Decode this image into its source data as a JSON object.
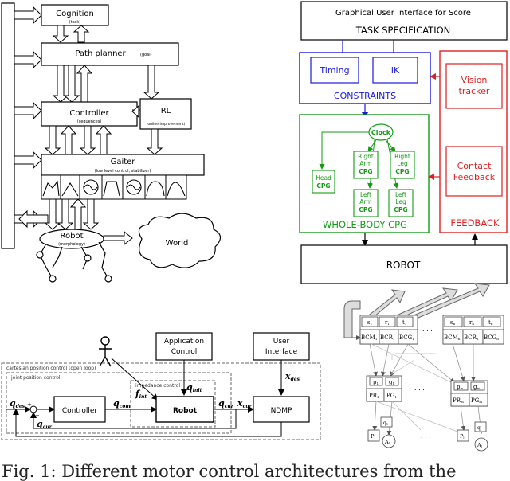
{
  "panel_a": {
    "cognition": "Cognition",
    "cognition_sub": "(task)",
    "path_planner": "Path planner",
    "path_planner_sub": "(goal)",
    "controller": "Controller",
    "controller_sub": "(sequences)",
    "rl": "RL",
    "rl_sub": "(online improvement)",
    "gaiter": "Gaiter",
    "gaiter_sub": "(low level control, stabilizer)",
    "robot": "Robot",
    "robot_sub": "(morphology)",
    "world": "World"
  },
  "panel_b": {
    "gui": "Graphical User Interface for Score",
    "task_spec": "TASK SPECIFICATION",
    "timing": "Timing",
    "ik": "IK",
    "constraints": "CONSTRAINTS",
    "clock": "Clock",
    "head_1": "Head",
    "head_2": "CPG",
    "right_arm_1": "Right",
    "right_arm_2": "Arm",
    "right_arm_3": "CPG",
    "right_leg_1": "Right",
    "right_leg_2": "Leg",
    "right_leg_3": "CPG",
    "left_arm_1": "Left",
    "left_arm_2": "Arm",
    "left_arm_3": "CPG",
    "left_leg_1": "Left",
    "left_leg_2": "Leg",
    "left_leg_3": "CPG",
    "whole_body": "WHOLE-BODY CPG",
    "vision_1": "Vision",
    "vision_2": "tracker",
    "contact_1": "Contact",
    "contact_2": "Feedback",
    "feedback": "FEEDBACK",
    "robot": "ROBOT",
    "colors": {
      "blue": "#1a1adb",
      "green": "#169a16",
      "red": "#e02020"
    }
  },
  "panel_c": {
    "cartesian_label": "cartesian position control (open loop)",
    "joint_label": "joint position control",
    "impedance_label": "impedance control",
    "app_control_1": "Application",
    "app_control_2": "Control",
    "user_interface_1": "User",
    "user_interface_2": "Interface",
    "controller": "Controller",
    "robot": "Robot",
    "ndmp": "NDMP",
    "q_des": "q",
    "q_des_sub": "des",
    "q_com": "q",
    "q_com_sub": "com",
    "f_int": "f",
    "f_int_sub": "int",
    "q_init": "q",
    "q_init_sub": "init",
    "q_cur": "q",
    "q_cur_sub": "cur",
    "x_cur": "x",
    "x_cur_sub": "cur",
    "x_des": "x",
    "x_des_sub": "des",
    "q_cur_fb": "q",
    "q_cur_fb_sub": "cur",
    "plus": "+",
    "minus": "−"
  },
  "panel_d": {
    "top_s1": "s",
    "top_s1_sub": "1",
    "top_r1": "r",
    "top_r1_sub": "1",
    "top_t1": "t",
    "top_t1_sub": "1",
    "top_sn": "s",
    "top_sn_sub": "n",
    "top_rn": "r",
    "top_rn_sub": "n",
    "top_tn": "t",
    "top_tn_sub": "n",
    "bcm1": "BCM",
    "bcm1_sub": "1",
    "bcr1": "BCR",
    "bcr1_sub": "1",
    "bcg1": "BCG",
    "bcg1_sub": "1",
    "bcmn": "BCM",
    "bcmn_sub": "n",
    "bcrn": "BCR",
    "bcrn_sub": "n",
    "bcgn": "BCG",
    "bcgn_sub": "n",
    "p1": "p",
    "p1_sub": "1",
    "g1": "g",
    "g1_sub": "1",
    "pr1": "PR",
    "pr1_sub": "1",
    "pg1": "PG",
    "pg1_sub": "1",
    "pm": "p",
    "pm_sub": "m",
    "gm": "g",
    "gm_sub": "m",
    "prm": "PR",
    "prm_sub": "m",
    "pgm": "PG",
    "pgm_sub": "m",
    "q1": "q",
    "q1_sub": "1",
    "p_1": "P",
    "p_1_sub": "1",
    "a1": "A",
    "a1_sub": "1",
    "ql": "q",
    "ql_sub": "l",
    "p_l": "P",
    "p_l_sub": "l",
    "al": "A",
    "al_sub": "l",
    "dots": ". . ."
  },
  "caption": "Fig. 1: Different motor control architectures from the"
}
